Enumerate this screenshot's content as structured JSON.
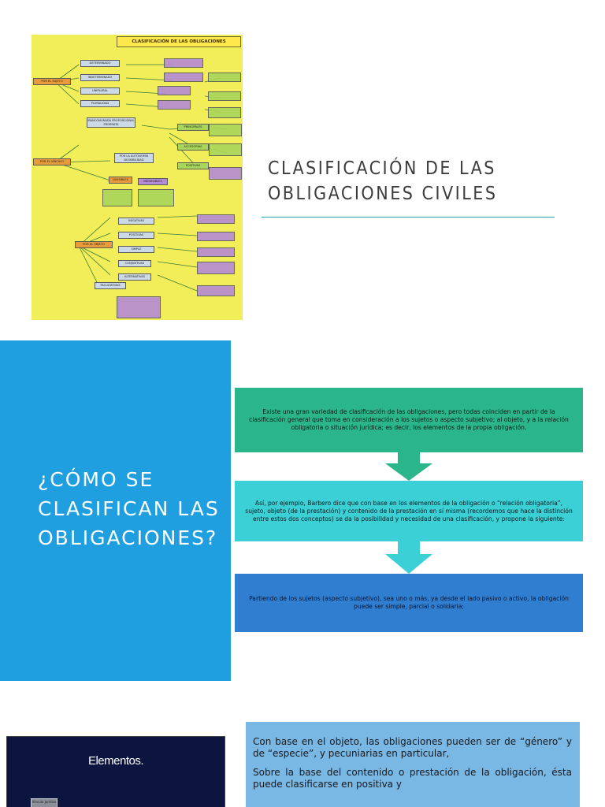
{
  "slide1": {
    "map_title": "CLASIFICACIÓN DE LAS OBLIGACIONES",
    "map_labels": [
      "POR EL SUJETO",
      "POR EL VÍNCULO",
      "POR EL OBJETO",
      "DETERMINADO",
      "INDETERMINADO",
      "UNIPLURAL",
      "PLURALIDAD",
      "MANCOMUNADA PROPORCIONAL PRORRATA",
      "POR LA AUTONOMÍA DIVISIBILIDAD",
      "DIVISIBLES",
      "INDIVISIBLES",
      "PRINCIPALES",
      "ACCESORIAS",
      "POSITIVAS",
      "NEGATIVAS",
      "POSITIVAS",
      "SIMPLE",
      "CONJUNTIVAS",
      "ALTERNATIVAS",
      "FACULTATIVAS"
    ],
    "title": "CLASIFICACIÓN DE LAS OBLIGACIONES CIVILES"
  },
  "slide2": {
    "title": "¿CÓMO SE CLASIFICAN LAS OBLIGACIONES?",
    "box1": "Existe una gran variedad de clasificación de las obligaciones, pero todas coinciden en partir de la clasificación general que toma en consideración a los sujetos o aspecto subjetivo; al objeto, y a la relación obligatoria o situación jurídica; es decir, los elementos de la propia obligación.",
    "box2": "Así, por ejemplo, Barbero dice que con base en los elementos de la obligación o “relación obligatoria”, sujeto, objeto (de la prestación) y contenido de la prestación en sí misma (recordemos que hace la distinción entre estos dos conceptos) se da la posibilidad y necesidad de una clasificación, y propone la siguiente:",
    "box3": "Partiendo de los sujetos (aspecto subjetivo), sea uno o más, ya desde el lado pasivo o activo, la obligación puede ser simple, parcial o solidaria;"
  },
  "slide3": {
    "image_title": "Elementos.",
    "image_chip": "Vínculo Jurídico",
    "para1": "Con base en el objeto, las obligaciones pueden ser de “género” y de “especie”, y pecuniarias en particular,",
    "para2": "Sobre la base del contenido o prestación de la obligación, ésta puede clasificarse en positiva y"
  },
  "colors": {
    "blue_panel": "#1f9fdf",
    "green_box": "#2bb58a",
    "teal_box": "#3bd0d6",
    "dark_blue_box": "#2f7ed0",
    "light_blue_box": "#79b7e5",
    "accent_rule": "#1aa6a6"
  }
}
